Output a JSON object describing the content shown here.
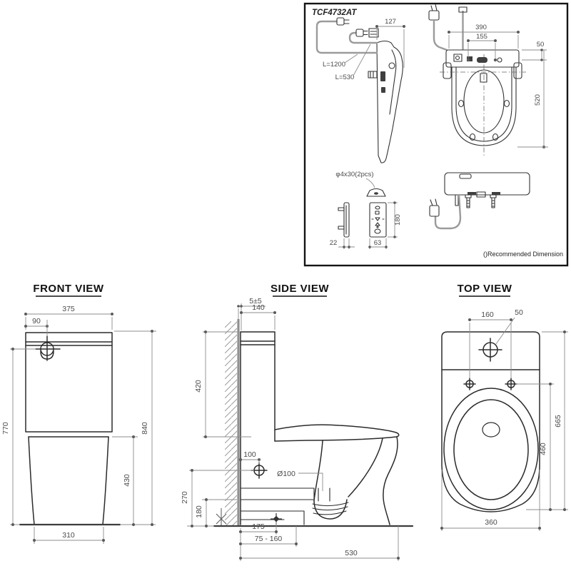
{
  "panel": {
    "model": "TCF4732AT",
    "note": "()Recommended Dimension",
    "washlet_side": {
      "depth": "127",
      "power_cord": "L=1200",
      "water_hose": "L=530"
    },
    "washlet_top": {
      "width": "390",
      "bolt_pitch": "155",
      "mount_offset": "50",
      "depth": "520"
    },
    "remote": {
      "screw": "φ4x30(2pcs)",
      "depth": "22",
      "width": "63",
      "height": "180"
    }
  },
  "front_view": {
    "title": "FRONT VIEW",
    "dims": {
      "tank_width": "375",
      "inlet_offset": "90",
      "inlet_height": "770",
      "overall_height": "840",
      "bowl_rim_height": "430",
      "base_width": "310"
    }
  },
  "side_view": {
    "title": "SIDE VIEW",
    "dims": {
      "wall_gap": "5±5",
      "tank_depth": "140",
      "tank_to_seat": "420",
      "inlet_from_wall": "100",
      "outlet_diameter": "Ø100",
      "inlet_height": "270",
      "outlet_height": "180",
      "outlet_min": "175",
      "setout_range": "75 - 160",
      "overall_depth": "530"
    }
  },
  "top_view": {
    "title": "TOP VIEW",
    "dims": {
      "bolt_pitch": "160",
      "inlet_offset": "50",
      "overall_depth": "665",
      "bowl_depth": "460",
      "body_width": "360"
    }
  }
}
